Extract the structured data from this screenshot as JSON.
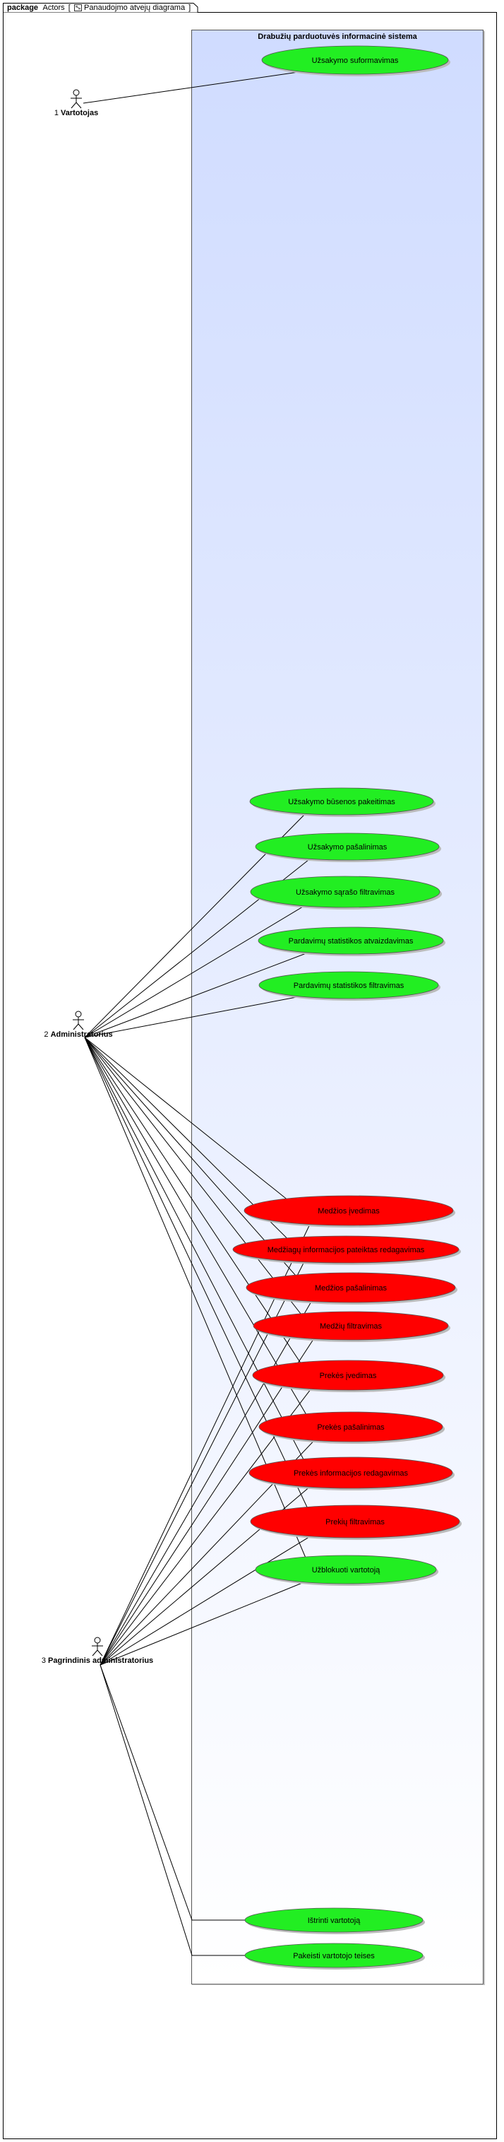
{
  "package": {
    "keyword": "package",
    "name": "Actors",
    "diagram_title": "Panaudojmo atvejų diagrama"
  },
  "system": {
    "title": "Drabužių parduotuvės informacinė sistema"
  },
  "colors": {
    "use_case_green": "#22ee22",
    "use_case_red": "#ff0000",
    "system_gradient_top": "#d0dcff",
    "system_gradient_bottom": "#ffffff",
    "line": "#000000"
  },
  "actors": [
    {
      "id": "vartotojas",
      "number": "1",
      "name": "Vartotojas"
    },
    {
      "id": "administratorius",
      "number": "2",
      "name": "Administratorius"
    },
    {
      "id": "pagrindinis",
      "number": "3",
      "name": "Pagrindinis administratorius"
    }
  ],
  "use_cases": [
    {
      "id": "uc_formavimas",
      "label": "Užsakymo suformavimas",
      "color": "green"
    },
    {
      "id": "uc_busena",
      "label": "Užsakymo būsenos pakeitimas",
      "color": "green"
    },
    {
      "id": "uc_pasalinimas",
      "label": "Užsakymo pašalinimas",
      "color": "green"
    },
    {
      "id": "uc_sarasas",
      "label": "Užsakymo sąrašo filtravimas",
      "color": "green"
    },
    {
      "id": "uc_stat_atv",
      "label": "Pardavimų statistikos atvaizdavimas",
      "color": "green"
    },
    {
      "id": "uc_stat_filtr",
      "label": "Pardavimų statistikos filtravimas",
      "color": "green"
    },
    {
      "id": "uc_med_ived",
      "label": "Medžios įvedimas",
      "color": "red"
    },
    {
      "id": "uc_med_red",
      "label": "Medžiagų informacijos pateiktas redagavimas",
      "color": "red"
    },
    {
      "id": "uc_med_pas",
      "label": "Medžios pašalinimas",
      "color": "red"
    },
    {
      "id": "uc_med_filtr",
      "label": "Medžių filtravimas",
      "color": "red"
    },
    {
      "id": "uc_prek_ived",
      "label": "Prekės įvedimas",
      "color": "red"
    },
    {
      "id": "uc_prek_pas",
      "label": "Prekės pašalinimas",
      "color": "red"
    },
    {
      "id": "uc_prek_red",
      "label": "Prekės informacijos redagavimas",
      "color": "red"
    },
    {
      "id": "uc_prek_filtr",
      "label": "Prekių filtravimas",
      "color": "red"
    },
    {
      "id": "uc_blokuoti",
      "label": "Užblokuoti vartotoją",
      "color": "green"
    },
    {
      "id": "uc_istrinti",
      "label": "Ištrinti vartotoją",
      "color": "green"
    },
    {
      "id": "uc_teises",
      "label": "Pakeisti vartotojo teises",
      "color": "green"
    }
  ],
  "associations": [
    {
      "actor": "vartotojas",
      "use_case": "uc_formavimas"
    },
    {
      "actor": "administratorius",
      "use_case": "uc_busena"
    },
    {
      "actor": "administratorius",
      "use_case": "uc_pasalinimas"
    },
    {
      "actor": "administratorius",
      "use_case": "uc_sarasas"
    },
    {
      "actor": "administratorius",
      "use_case": "uc_stat_atv"
    },
    {
      "actor": "administratorius",
      "use_case": "uc_stat_filtr"
    },
    {
      "actor": "administratorius",
      "use_case": "uc_med_ived"
    },
    {
      "actor": "administratorius",
      "use_case": "uc_med_red"
    },
    {
      "actor": "administratorius",
      "use_case": "uc_med_pas"
    },
    {
      "actor": "administratorius",
      "use_case": "uc_med_filtr"
    },
    {
      "actor": "administratorius",
      "use_case": "uc_prek_ived"
    },
    {
      "actor": "administratorius",
      "use_case": "uc_prek_pas"
    },
    {
      "actor": "administratorius",
      "use_case": "uc_prek_red"
    },
    {
      "actor": "administratorius",
      "use_case": "uc_prek_filtr"
    },
    {
      "actor": "administratorius",
      "use_case": "uc_blokuoti"
    },
    {
      "actor": "pagrindinis",
      "use_case": "uc_med_ived"
    },
    {
      "actor": "pagrindinis",
      "use_case": "uc_med_red"
    },
    {
      "actor": "pagrindinis",
      "use_case": "uc_med_pas"
    },
    {
      "actor": "pagrindinis",
      "use_case": "uc_med_filtr"
    },
    {
      "actor": "pagrindinis",
      "use_case": "uc_prek_ived"
    },
    {
      "actor": "pagrindinis",
      "use_case": "uc_prek_pas"
    },
    {
      "actor": "pagrindinis",
      "use_case": "uc_prek_red"
    },
    {
      "actor": "pagrindinis",
      "use_case": "uc_prek_filtr"
    },
    {
      "actor": "pagrindinis",
      "use_case": "uc_blokuoti"
    },
    {
      "actor": "pagrindinis",
      "use_case": "uc_istrinti"
    },
    {
      "actor": "pagrindinis",
      "use_case": "uc_teises"
    }
  ]
}
